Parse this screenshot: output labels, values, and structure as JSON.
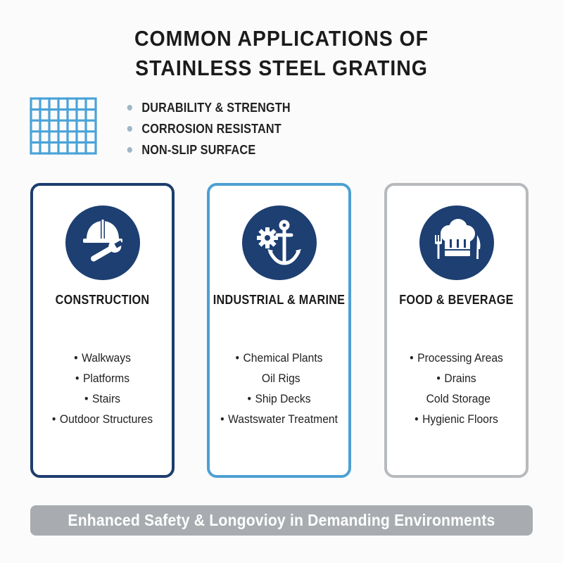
{
  "title": {
    "line1": "COMMON APPLICATIONS OF",
    "line2": "STAINLESS STEEL GRATING"
  },
  "features": [
    "DURABILITY & STRENGTH",
    "CORROSION RESISTANT",
    "NON-SLIP SURFACE"
  ],
  "cards": [
    {
      "title": "CONSTRUCTION",
      "icon": "hardhat-wrench-icon",
      "items": [
        {
          "text": "Walkways",
          "bullet": "•"
        },
        {
          "text": "Platforms",
          "bullet": "•"
        },
        {
          "text": "Stairs",
          "bullet": "•"
        },
        {
          "text": "Outdoor Structures",
          "bullet": "•"
        }
      ]
    },
    {
      "title": "INDUSTRIAL & MARINE",
      "icon": "gear-anchor-icon",
      "items": [
        {
          "text": "Chemical Plants",
          "bullet": "•"
        },
        {
          "text": "Oil Rigs",
          "bullet": ""
        },
        {
          "text": "Ship Decks",
          "bullet": "•"
        },
        {
          "text": "Wastswater Treatment",
          "bullet": "•"
        }
      ]
    },
    {
      "title": "FOOD & BEVERAGE",
      "icon": "chef-hat-cutlery-icon",
      "items": [
        {
          "text": "Processing Areas",
          "bullet": "•"
        },
        {
          "text": "Drains",
          "bullet": "•"
        },
        {
          "text": "Cold Storage",
          "bullet": ""
        },
        {
          "text": "Hygienic Floors",
          "bullet": "•"
        }
      ]
    }
  ],
  "banner": "Enhanced Safety & Longovioy in Demanding Environments",
  "colors": {
    "navy": "#1d3f72",
    "light_blue": "#4da0d3",
    "gray": "#b7babd",
    "grating_blue": "#4aa3d8",
    "bullet_dot": "#9fb7c8",
    "banner_bg": "#a8acb0"
  }
}
